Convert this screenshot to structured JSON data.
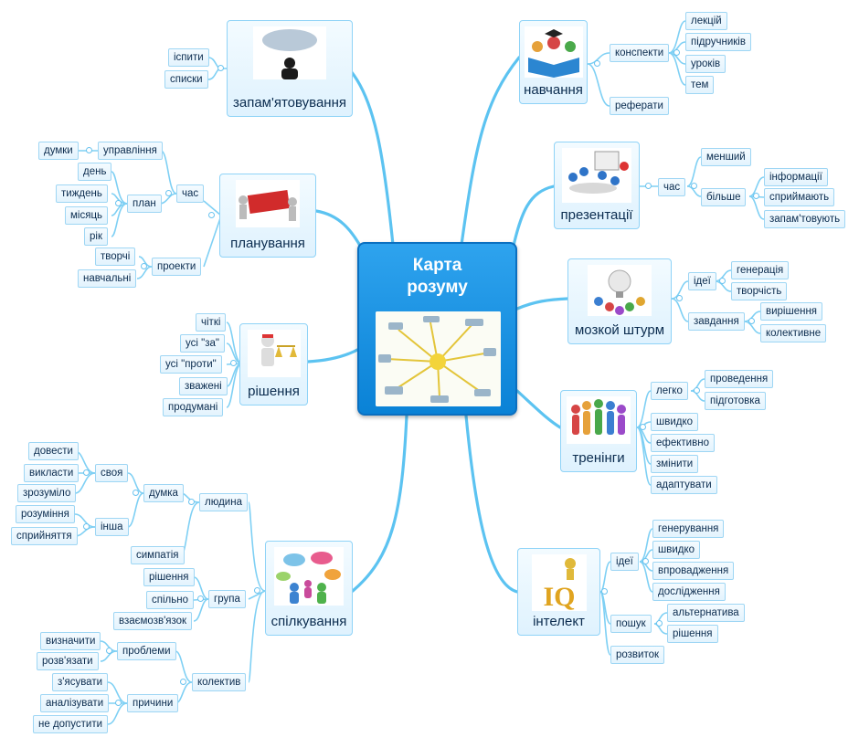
{
  "center": {
    "title_line1": "Карта",
    "title_line2": "розуму"
  },
  "colors": {
    "branch": "#5cc3f1",
    "center_bg": "#1392e3",
    "node_border": "#8fd3f7"
  },
  "branches": {
    "memorize": {
      "label": "запам'ятовування",
      "items": [
        "іспити",
        "списки"
      ]
    },
    "planning": {
      "label": "планування",
      "time": "час",
      "management": "управління",
      "thoughts": "думки",
      "plan": "план",
      "plan_items": [
        "день",
        "тиждень",
        "місяць",
        "рік"
      ],
      "projects": "проекти",
      "project_items": [
        "творчі",
        "навчальні"
      ]
    },
    "decision": {
      "label": "рішення",
      "items": [
        "чіткі",
        "усі \"за\"",
        "усі \"проти\"",
        "зважені",
        "продумані"
      ]
    },
    "communication": {
      "label": "спілкування",
      "person": "людина",
      "opinion": "думка",
      "own": "своя",
      "own_items": [
        "довести",
        "викласти",
        "зрозуміло"
      ],
      "other": "інша",
      "other_items": [
        "розуміння",
        "сприйняття"
      ],
      "sympathy": "симпатія",
      "group": "група",
      "group_items": [
        "рішення",
        "спільно",
        "взаємозв'язок"
      ],
      "team": "колектив",
      "problems": "проблеми",
      "problem_items": [
        "визначити",
        "розв'язати"
      ],
      "causes": "причини",
      "cause_items": [
        "з'ясувати",
        "аналізувати",
        "не допустити"
      ]
    },
    "learning": {
      "label": "навчання",
      "notes": "конспекти",
      "notes_items": [
        "лекцій",
        "підручників",
        "уроків",
        "тем"
      ],
      "essays": "реферати"
    },
    "presentations": {
      "label": "презентації",
      "time": "час",
      "less": "менший",
      "more": "більше",
      "more_items": [
        "інформації",
        "сприймають",
        "запам'товують"
      ]
    },
    "brainstorm": {
      "label": "мозкой штурм",
      "ideas": "ідеї",
      "ideas_items": [
        "генерація",
        "творчість"
      ],
      "tasks": "завдання",
      "tasks_items": [
        "вирішення",
        "колективне"
      ]
    },
    "trainings": {
      "label": "тренінги",
      "easy": "легко",
      "easy_items": [
        "проведення",
        "підготовка"
      ],
      "items": [
        "швидко",
        "ефективно",
        "змінити",
        "адаптувати"
      ]
    },
    "intellect": {
      "label": "інтелект",
      "ideas": "ідеї",
      "ideas_items": [
        "генерування",
        "швидко",
        "впровадження",
        "дослідження"
      ],
      "search": "пошук",
      "search_items": [
        "альтернатива",
        "рішення"
      ],
      "development": "розвиток",
      "iq": "IQ"
    }
  }
}
